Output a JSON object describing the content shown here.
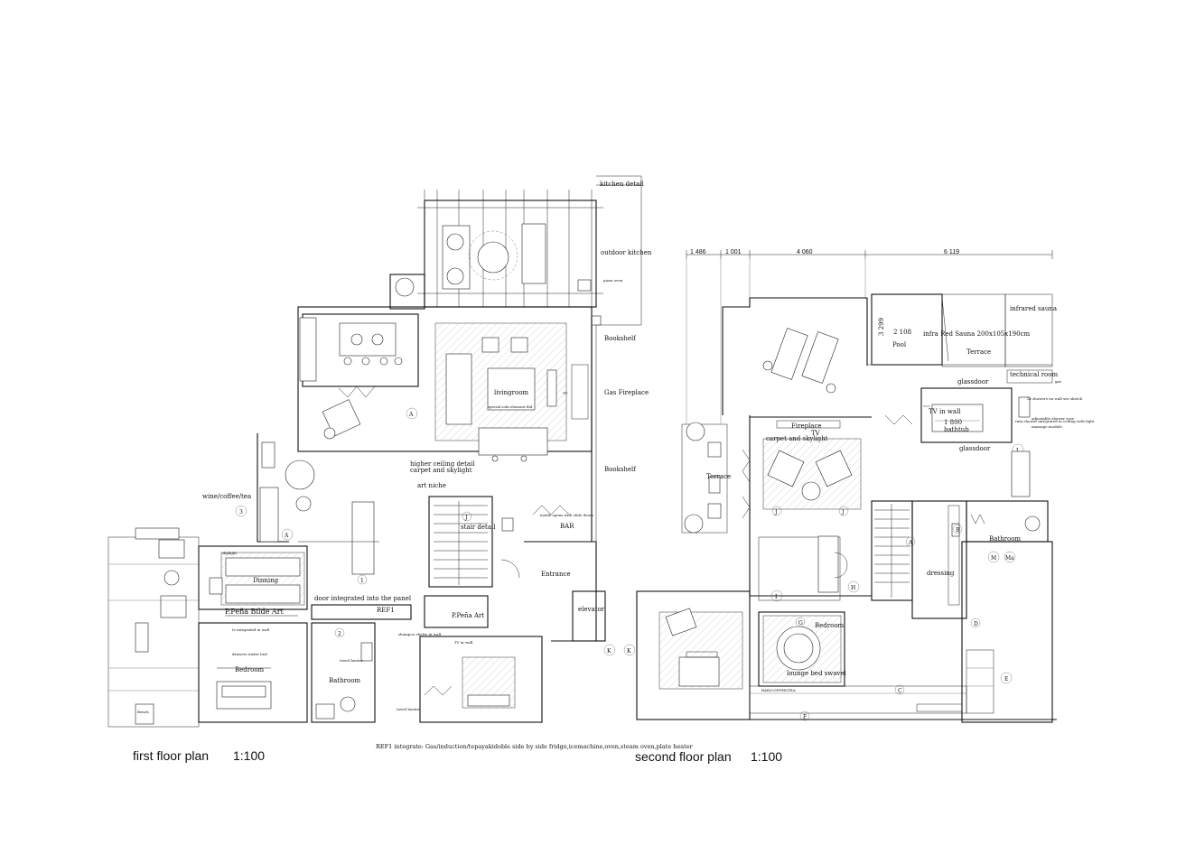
{
  "first_floor": {
    "title": "first floor plan",
    "scale": "1:100",
    "labels": {
      "kitchen_detail": "kitchen detail",
      "outdoor_kitchen": "outdoor kitchen",
      "pizza_oven": "pizza oven",
      "bookshelf_top": "Bookshelf",
      "gas_fireplace": "Gas Fireplace",
      "bookshelf_bottom": "Bookshelf",
      "livingroom": "livingroom",
      "livingroom_note": "special sofa element tbd",
      "tv": "TV",
      "higher_ceiling": "higher ceiling detail",
      "carpet_skylight": "carpet and skylight",
      "art_niche": "art niche",
      "wine": "wine/coffee/tea",
      "dinning": "Dinning",
      "skylight": "skylight",
      "pena_bilde": "P.Peña Bilde Art",
      "door_panel": "door integrated into the panel",
      "ref1": "REF1",
      "pena_art": "P.Peña Art",
      "stair_detail": "stair detail",
      "bar": "BAR",
      "entrance": "Entrance",
      "elevator": "elevator",
      "bedroom": "Bedroom",
      "drawers": "drawers under bed",
      "tv_wall": "tv integrated in wall",
      "bathroom": "Bathroom",
      "towel_heater": "towel heater",
      "towel_heater2": "towel heater",
      "shampoo": "shampoo shelve in wall",
      "tv_in_wall": "TV in wall",
      "bench": "Bench",
      "inside_open": "inside opens with slide doors",
      "marker_A1": "A",
      "marker_A2": "A",
      "marker_3": "3",
      "marker_2": "2",
      "marker_1": "1",
      "marker_K": "K",
      "marker_J": "J"
    }
  },
  "second_floor": {
    "title": "second floor plan",
    "scale": "1:100",
    "dimensions": [
      "1 486",
      "1 001",
      "4 060",
      "6 119"
    ],
    "labels": {
      "pool": "Pool",
      "pool_dim": "2 108",
      "pool_dim2": "3 299",
      "sauna": "infra Red Sauna 200x105x190cm",
      "terrace_top": "Terrace",
      "infrared_sauna": "infrared sauna",
      "technical_room": "technical room",
      "gas": "gas",
      "glassdoor1": "glassdoor",
      "glassdoor2": "glassdoor",
      "tv_in_wall": "TV in wall",
      "bathtub_dim": "1 800",
      "bathtub": "bathtub",
      "rain_shower": "rain shower integrated in ceiling with light",
      "shower_note": "2x showers on wall see sketch",
      "shower_rose": "adjustable shower rose",
      "massage": "massage module",
      "fireplace": "Fireplace",
      "tv": "TV",
      "carpet_skylight": "carpet and skylight",
      "terrace_left": "Terrace",
      "bathroom": "Bathroom",
      "dressing": "dressing",
      "bedroom": "Bedroom",
      "lounge": "lounge bed swavel",
      "bar_coffee": "BAR/COFFEE/TEA",
      "marker_A": "A",
      "marker_B": "B",
      "marker_C": "C",
      "marker_D": "D",
      "marker_E": "E",
      "marker_F": "F",
      "marker_G": "G",
      "marker_H": "H",
      "marker_I": "I",
      "marker_J1": "J",
      "marker_J2": "J",
      "marker_K": "K",
      "marker_L": "L",
      "marker_M": "M",
      "marker_Ma": "Ma"
    }
  },
  "footnote": "REF1 integrate: Gas/induction/tepayakidoble side by side fridge,icemachine,oven,steam oven,plate heater"
}
